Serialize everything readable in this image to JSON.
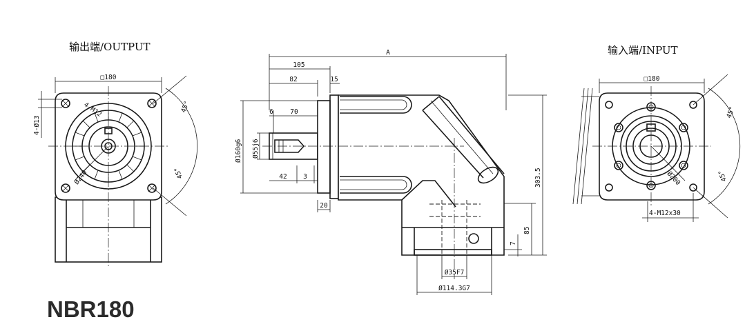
{
  "model": "NBR180",
  "views": {
    "output": {
      "heading": "输出端/OUTPUT"
    },
    "input": {
      "heading": "输入端/INPUT"
    }
  },
  "dimensions": {
    "output_square": "□180",
    "output_holes": "4-Ø13",
    "output_pcd": "Ø240",
    "output_bolt_thread": "4-M12",
    "output_angle_top": "45°",
    "output_angle_bottom": "45°",
    "overall_length": "A",
    "d105": "105",
    "d82": "82",
    "d15": "15",
    "d6": "6",
    "d70": "70",
    "d42": "42",
    "d3": "3",
    "d20": "20",
    "flange_pilot": "Ø160g6",
    "shaft": "Ø55j6",
    "height": "303.5",
    "d85": "85",
    "d7": "7",
    "input_bore": "Ø35F7",
    "input_pilot": "Ø114.3G7",
    "input_square": "□180",
    "input_pcd": "Ø200",
    "input_bolts": "4-M12x30",
    "input_angle_top": "45°",
    "input_angle_bottom": "45°"
  }
}
